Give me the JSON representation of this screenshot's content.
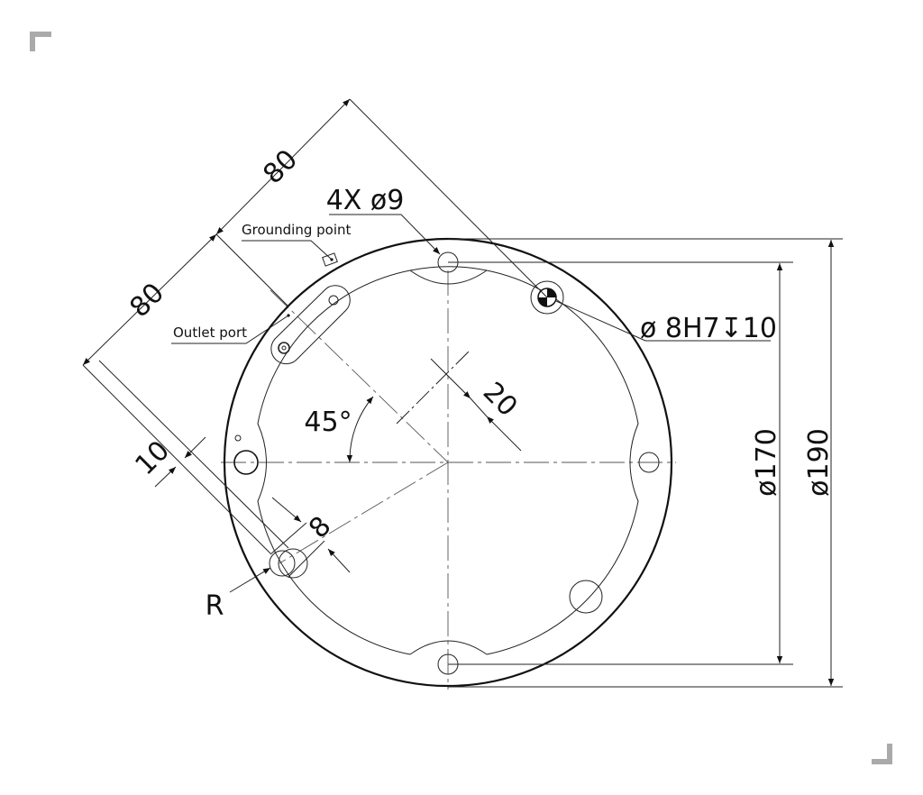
{
  "drawing": {
    "labels": {
      "dim_80_upper": "80",
      "dim_80_lower": "80",
      "holes": "4X ø9",
      "pin_hole": "ø 8H7↧10",
      "dim_20": "20",
      "angle": "45°",
      "dim_10": "10",
      "dim_8": "8",
      "radius": "R",
      "dia_170": "ø170",
      "dia_190": "ø190",
      "grounding_point": "Grounding point",
      "outlet_port": "Outlet port"
    }
  }
}
